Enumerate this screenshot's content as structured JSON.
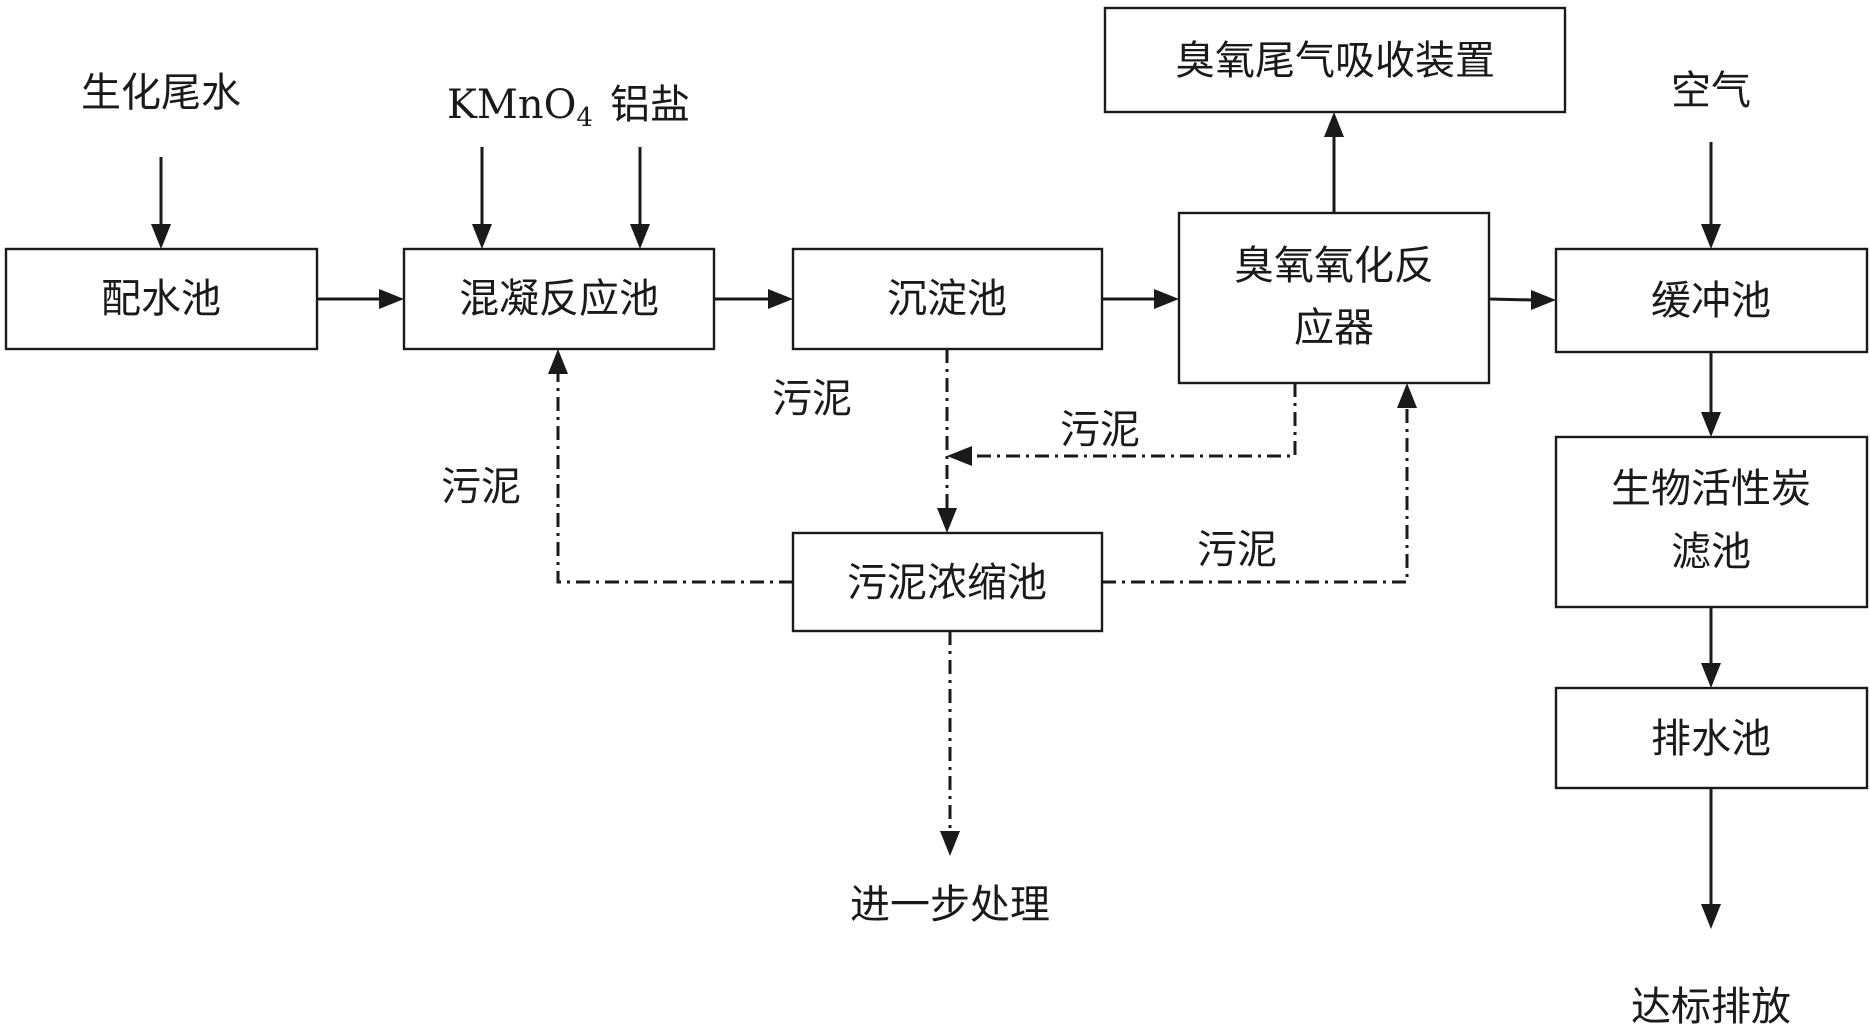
{
  "nodes": {
    "peishui": "配水池",
    "hunning": "混凝反应池",
    "chendian": "沉淀池",
    "chouyang_line1": "臭氧氧化反",
    "chouyang_line2": "应器",
    "weiqi": "臭氧尾气吸收装置",
    "huanchong": "缓冲池",
    "shengwu_line1": "生物活性炭",
    "shengwu_line2": "滤池",
    "paishui": "排水池",
    "wuni_nongsuo": "污泥浓缩池"
  },
  "inputs": {
    "influent": "生化尾水",
    "kmno4_main": "KMnO",
    "kmno4_sub": "4",
    "lvyan": "铝盐",
    "air": "空气"
  },
  "outputs": {
    "further": "进一步处理",
    "discharge": "达标排放"
  },
  "sludge_labels": {
    "from_settling": "污泥",
    "from_ozone": "污泥",
    "to_coag": "污泥",
    "to_ozone": "污泥"
  }
}
